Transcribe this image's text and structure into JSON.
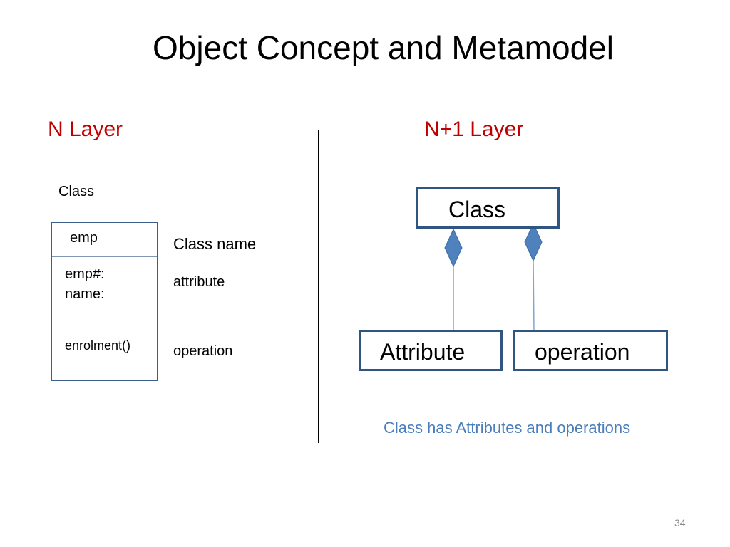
{
  "slide": {
    "title": "Object Concept and Metamodel",
    "page_number": "34"
  },
  "n_layer": {
    "heading": "N Layer",
    "class_caption": "Class",
    "class_box": {
      "name": "emp",
      "attributes": [
        "emp#:",
        "name:"
      ],
      "operations": [
        "enrolment()"
      ]
    },
    "annotations": {
      "class_name": "Class name",
      "attribute": "attribute",
      "operation": "operation"
    }
  },
  "n_plus_1_layer": {
    "heading": "N+1 Layer",
    "class_box": "Class",
    "attribute_box": "Attribute",
    "operation_box": "operation",
    "caption": "Class has Attributes and operations"
  },
  "colors": {
    "heading_red": "#c00000",
    "box_border": "#2f5580",
    "diamond_fill": "#4f81bd",
    "caption_blue": "#4a7ebb"
  }
}
